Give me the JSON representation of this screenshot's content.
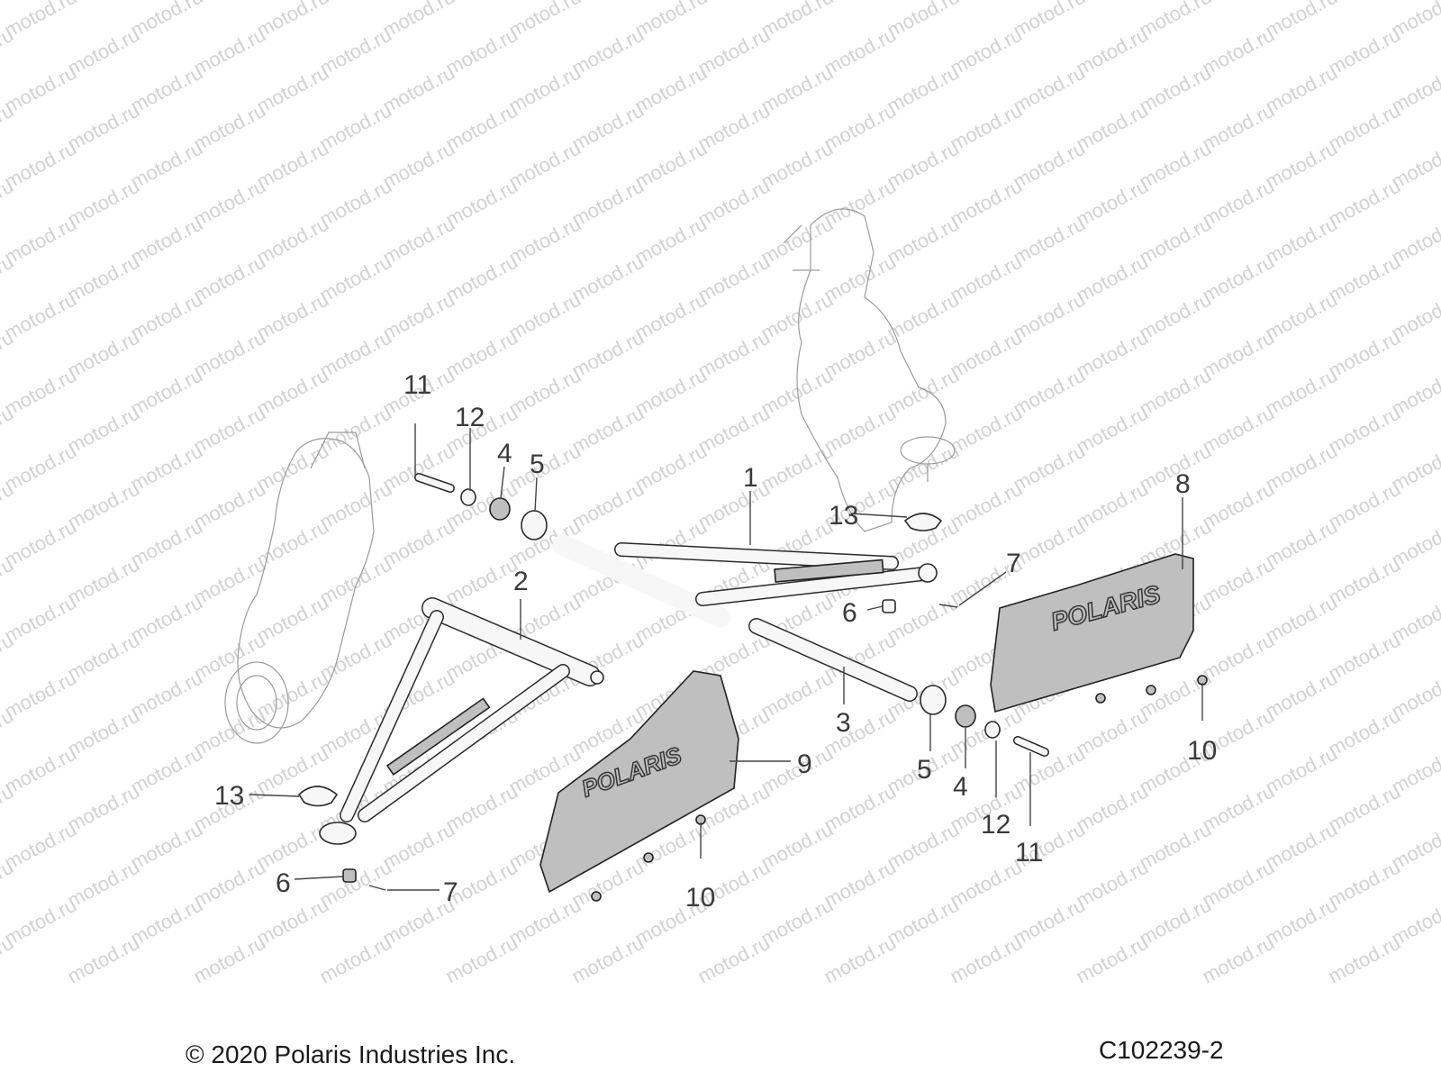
{
  "watermark": "motod.ru",
  "logo_text": "POLARIS",
  "callouts": {
    "c1": "1",
    "c2": "2",
    "c3": "3",
    "c4a": "4",
    "c4b": "4",
    "c5a": "5",
    "c5b": "5",
    "c6a": "6",
    "c6b": "6",
    "c7a": "7",
    "c7b": "7",
    "c8": "8",
    "c9": "9",
    "c10a": "10",
    "c10b": "10",
    "c11a": "11",
    "c11b": "11",
    "c12a": "12",
    "c12b": "12",
    "c13a": "13",
    "c13b": "13"
  },
  "footer": {
    "copyright": "© 2020 Polaris Industries Inc.",
    "diagram_code": "C102239-2"
  }
}
